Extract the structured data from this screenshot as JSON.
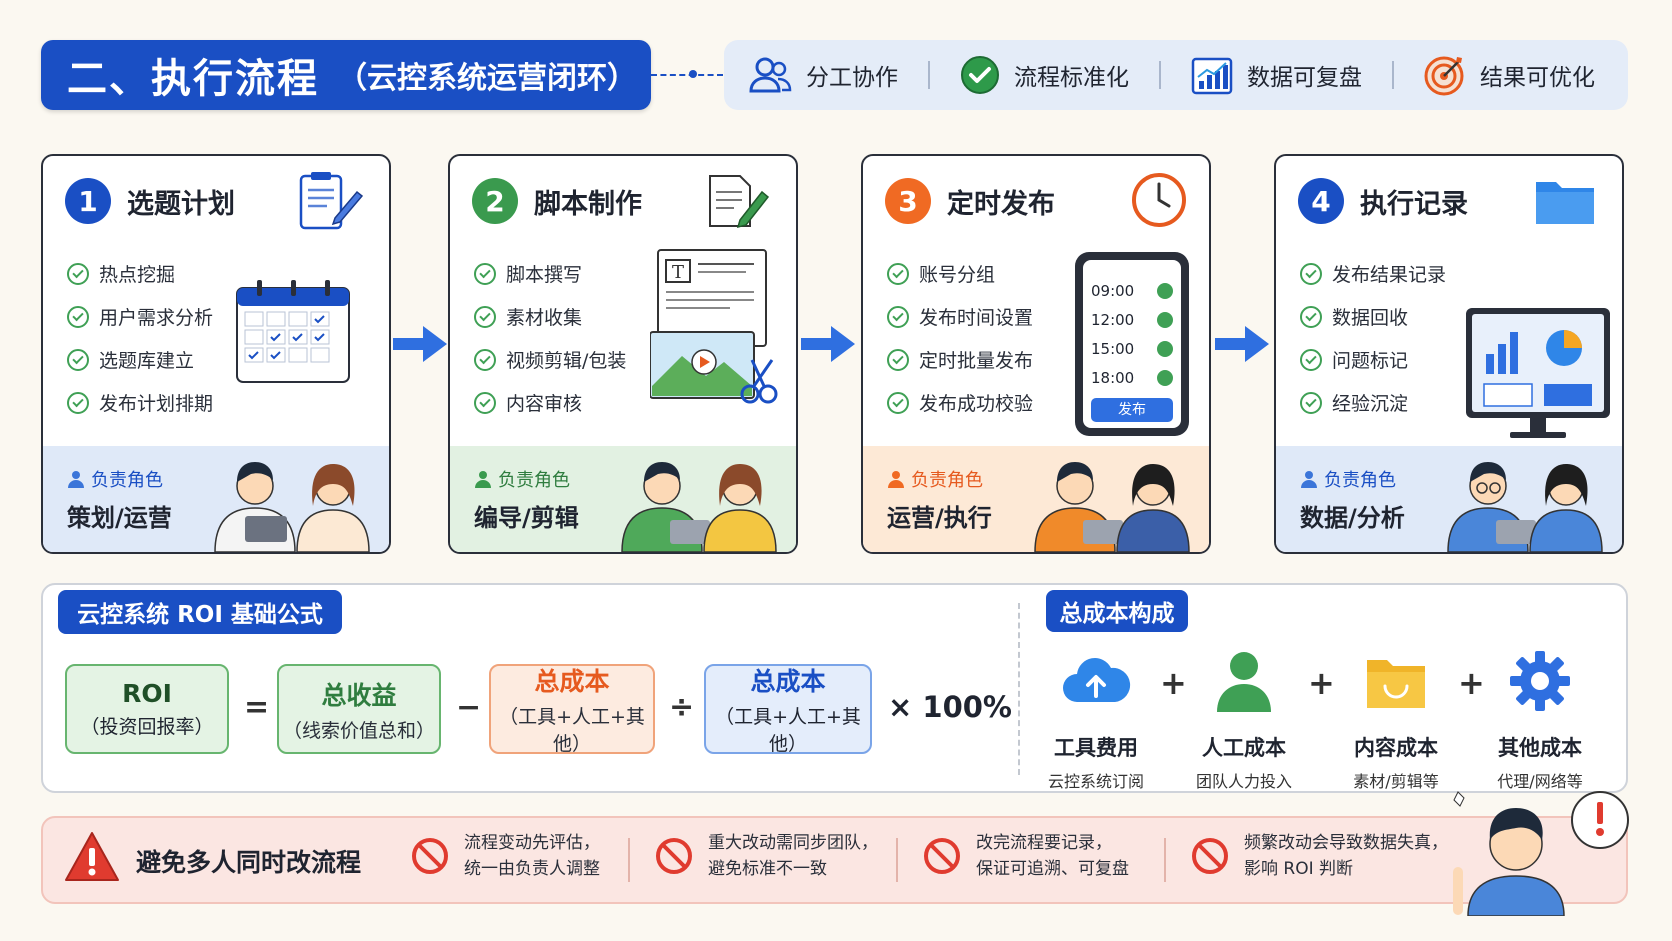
{
  "header": {
    "title": "二、执行流程",
    "subtitle": "（云控系统运营闭环）",
    "features": [
      {
        "label": "分工协作",
        "icon": "team-icon"
      },
      {
        "label": "流程标准化",
        "icon": "check-circle-icon"
      },
      {
        "label": "数据可复盘",
        "icon": "chart-icon"
      },
      {
        "label": "结果可优化",
        "icon": "target-icon"
      }
    ]
  },
  "steps": [
    {
      "num": "1",
      "title": "选题计划",
      "items": [
        "热点挖掘",
        "用户需求分析",
        "选题库建立",
        "发布计划排期"
      ],
      "role_label": "负责角色",
      "role": "策划/运营"
    },
    {
      "num": "2",
      "title": "脚本制作",
      "items": [
        "脚本撰写",
        "素材收集",
        "视频剪辑/包装",
        "内容审核"
      ],
      "role_label": "负责角色",
      "role": "编导/剪辑"
    },
    {
      "num": "3",
      "title": "定时发布",
      "items": [
        "账号分组",
        "发布时间设置",
        "定时批量发布",
        "发布成功校验"
      ],
      "role_label": "负责角色",
      "role": "运营/执行"
    },
    {
      "num": "4",
      "title": "执行记录",
      "items": [
        "发布结果记录",
        "数据回收",
        "问题标记",
        "经验沉淀"
      ],
      "role_label": "负责角色",
      "role": "数据/分析"
    }
  ],
  "phone": {
    "times": [
      "09:00",
      "12:00",
      "15:00",
      "18:00"
    ],
    "button": "发布"
  },
  "colors": {
    "blue": "#1a4fc4",
    "green": "#3a9a4e",
    "orange": "#f06a23",
    "red_warn": "#e03b2f"
  },
  "roi": {
    "title": "云控系统 ROI 基础公式",
    "boxes": [
      {
        "t": "ROI",
        "s": "（投资回报率）"
      },
      {
        "t": "总收益",
        "s": "（线索价值总和）"
      },
      {
        "t": "总成本",
        "s": "（工具+人工+其他）"
      },
      {
        "t": "总成本",
        "s": "（工具+人工+其他）"
      }
    ],
    "ops": [
      "=",
      "−",
      "÷"
    ],
    "percent": "× 100%"
  },
  "cost": {
    "title": "总成本构成",
    "items": [
      {
        "t": "工具费用",
        "s": "云控系统订阅",
        "icon": "cloud-icon"
      },
      {
        "t": "人工成本",
        "s": "团队人力投入",
        "icon": "person-icon"
      },
      {
        "t": "内容成本",
        "s": "素材/剪辑等",
        "icon": "folder-icon"
      },
      {
        "t": "其他成本",
        "s": "代理/网络等",
        "icon": "gear-icon"
      }
    ],
    "plus": "+"
  },
  "warning": {
    "title": "避免多人同时改流程",
    "items": [
      {
        "l1": "流程变动先评估，",
        "l2": "统一由负责人调整"
      },
      {
        "l1": "重大改动需同步团队，",
        "l2": "避免标准不一致"
      },
      {
        "l1": "改完流程要记录，",
        "l2": "保证可追溯、可复盘"
      },
      {
        "l1": "频繁改动会导致数据失真，",
        "l2": "影响 ROI 判断"
      }
    ]
  }
}
